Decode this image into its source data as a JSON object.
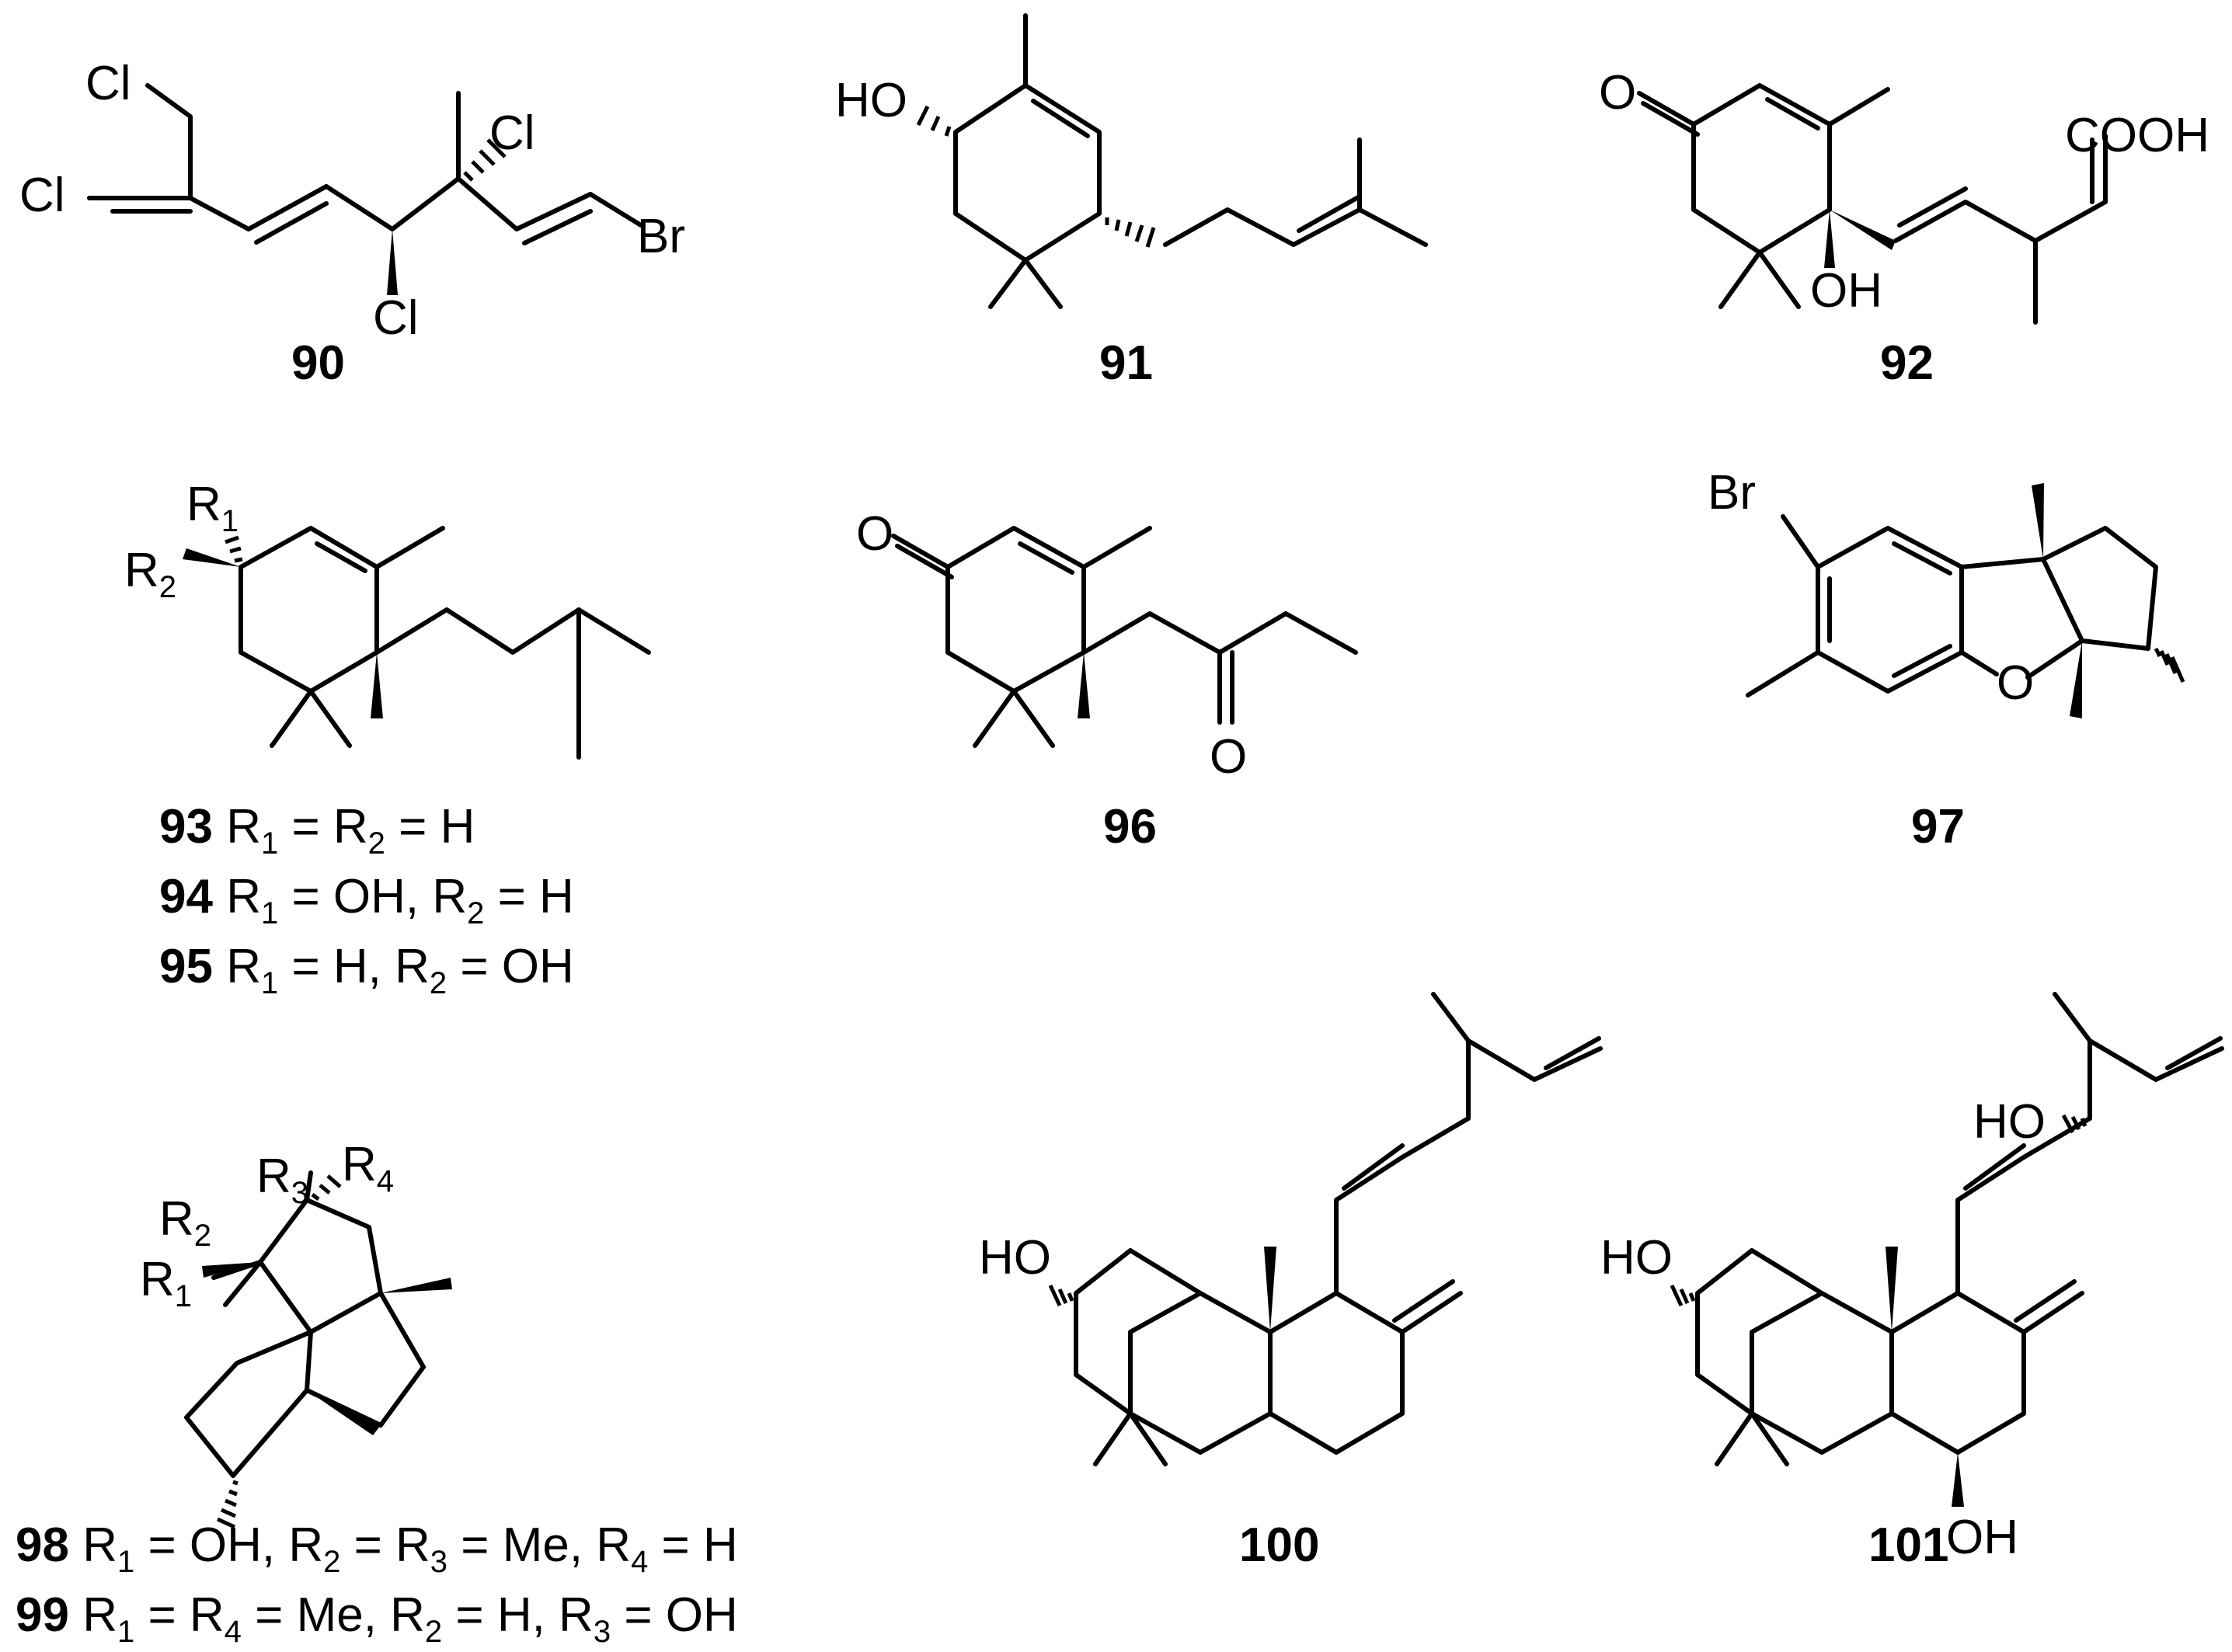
{
  "atoms": {
    "cl": "Cl",
    "br": "Br",
    "ho": "HO",
    "oh": "OH",
    "o": "O",
    "cooh": "COOH"
  },
  "compounds": [
    {
      "id": "90"
    },
    {
      "id": "91"
    },
    {
      "id": "92"
    },
    {
      "id": "93"
    },
    {
      "id": "94"
    },
    {
      "id": "95"
    },
    {
      "id": "96"
    },
    {
      "id": "97"
    },
    {
      "id": "98"
    },
    {
      "id": "99"
    },
    {
      "id": "100"
    },
    {
      "id": "101"
    }
  ],
  "captions": {
    "c93": "R1 = R2 = H",
    "c94": "R1 = OH, R2 = H",
    "c95": "R1 = H, R2 = OH",
    "c98": "R1 = OH, R2 = R3 = Me, R4 = H",
    "c99": "R1 = R4 = Me, R2 = H, R3 = OH"
  },
  "r": {
    "R": "R",
    "s1": "1",
    "s2": "2",
    "s3": "3",
    "s4": "4",
    "eq": "=",
    "comma": ",",
    "H": "H",
    "OH": "OH",
    "Me": "Me"
  }
}
